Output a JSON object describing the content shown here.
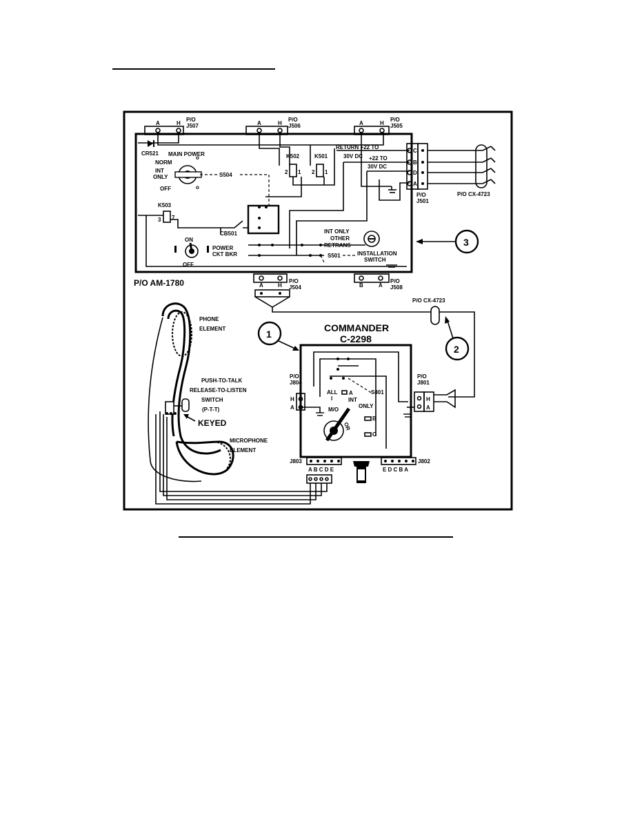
{
  "am1780": {
    "title": "P/O AM-1780",
    "j507": "P/O\nJ507",
    "j506": "P/O\nJ506",
    "j505": "P/O\nJ505",
    "j501": "P/O\nJ501",
    "j504": "P/O\nJ504",
    "j508": "P/O\nJ508",
    "cr521": "CR521",
    "main_power": "MAIN POWER",
    "norm": "NORM",
    "int_only": "INT\nONLY",
    "off": "OFF",
    "s504": "S504",
    "k502": "K502",
    "k501": "K501",
    "k503": "K503",
    "return_label": "RETURN +22 TO",
    "v30_1": "30V DC",
    "plus22": "+22 TO",
    "v30_2": "30V DC",
    "cb501": "CB501",
    "on": "ON",
    "off2": "OFF",
    "power_ckt": "POWER\nCKT BKR",
    "int_only2": "INT ONLY",
    "other": "OTHER",
    "retrans": "RETRANS",
    "s501": "S501",
    "installation_switch": "INSTALLATION\nSWITCH",
    "pins_ah": [
      "A",
      "H"
    ],
    "pins_cbda": [
      "C",
      "B",
      "D",
      "A"
    ],
    "pins_ba": [
      "B",
      "A"
    ]
  },
  "cable": {
    "cx4723_top": "P/O CX-4723",
    "cx4723_mid": "P/O CX-4723"
  },
  "callouts": [
    "1",
    "2",
    "3"
  ],
  "commander": {
    "title": "COMMANDER",
    "model": "C-2298",
    "j804": "P/O\nJ804",
    "j801": "P/O\nJ801",
    "j803": "J803",
    "j802": "J802",
    "s801": "S801",
    "all": "ALL",
    "a": "A",
    "int_only": "INT\nONLY",
    "mo": "M/O",
    "or": "OR",
    "b": "B",
    "c": "C",
    "pins_j803": "A B C D E",
    "pins_j802": "E D C B A"
  },
  "handset": {
    "phone_element": "PHONE\nELEMENT",
    "ptt": "PUSH-TO-TALK\nRELEASE-TO-LISTEN\nSWITCH\n(P-T-T)",
    "keyed": "KEYED",
    "mic_element": "MICROPHONE\nELEMENT"
  }
}
